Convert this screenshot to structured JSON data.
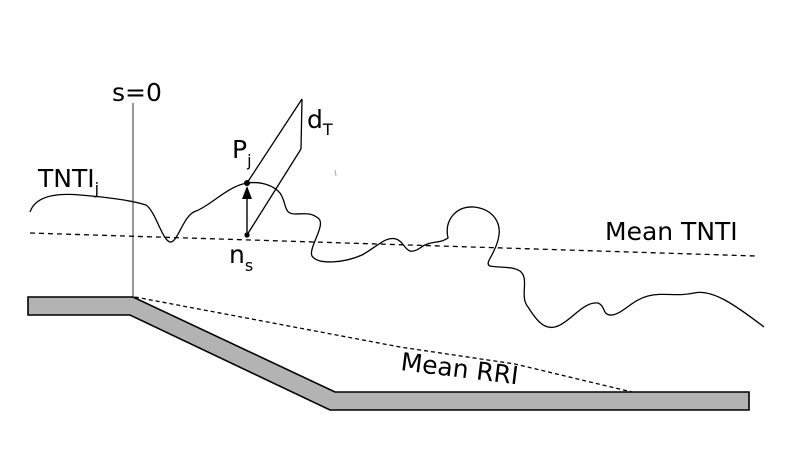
{
  "labels": {
    "s_zero": "s=0",
    "d_base": "d",
    "d_sub": "T",
    "p_base": "P",
    "p_sub": "j",
    "tnti_base": "TNTI",
    "tnti_sub": "j",
    "n_base": "n",
    "n_sub": "s",
    "mean_tnti": "Mean TNTI",
    "mean_rri": "Mean RRI"
  },
  "colors": {
    "ink": "#000000",
    "wall_fill": "#b3b3b3",
    "background": "#ffffff"
  }
}
